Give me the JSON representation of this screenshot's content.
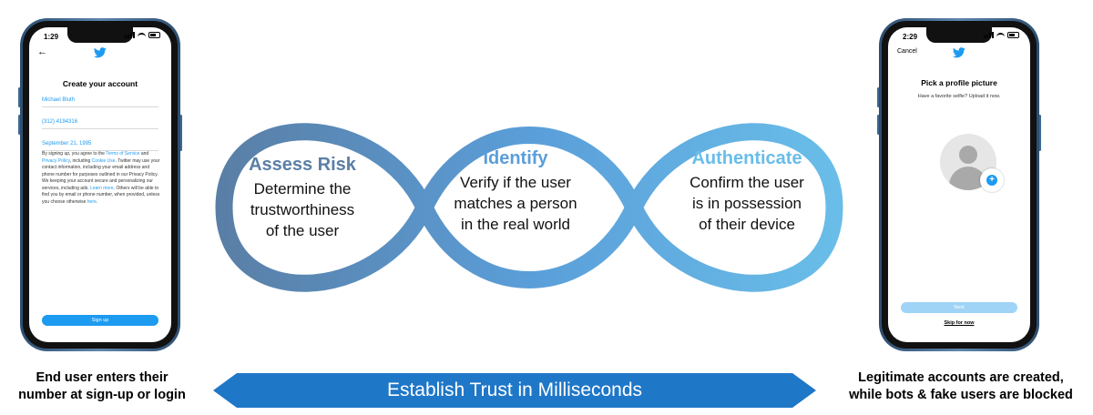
{
  "colors": {
    "twitter_blue": "#1d9bf0",
    "loop_dark": "#5a7fa6",
    "loop_mid": "#5a9ed9",
    "loop_light": "#69bde8",
    "arrow_blue": "#1f77c8"
  },
  "left_phone": {
    "status_time": "1:29",
    "back_icon": "back-arrow-icon",
    "logo_icon": "twitter-bird-icon",
    "title": "Create your account",
    "fields": [
      "Michael Bluth",
      "(312) 4194316",
      "September 21, 1995"
    ],
    "legal": {
      "t1": "By signing up, you agree to the ",
      "tos": "Terms of Service",
      "t2": " and ",
      "privacy": "Privacy Policy",
      "t3": ", including ",
      "cookie": "Cookie Use",
      "t4": ". Twitter may use your contact information, including your email address and phone number for purposes outlined in our Privacy Policy. We keeping your account secure and personalizing our services, including ads. ",
      "learn": "Learn more",
      "t5": ". Others will be able to find you by email or phone number, when provided, unless you choose otherwise ",
      "here": "here",
      "t6": "."
    },
    "signup_label": "Sign up"
  },
  "right_phone": {
    "status_time": "2:29",
    "cancel_label": "Cancel",
    "logo_icon": "twitter-bird-icon",
    "title": "Pick a profile picture",
    "subtitle": "Have a favorite selfie? Upload it now.",
    "next_label": "Next",
    "skip_label": "Skip for now"
  },
  "loop": {
    "assess": {
      "title": "Assess Risk",
      "lines": [
        "Determine the",
        "trustworthiness",
        "of the user"
      ],
      "color": "#5a7fa6"
    },
    "identify": {
      "title": "Identify",
      "lines": [
        "Verify if the user",
        "matches a person",
        "in the real world"
      ],
      "color": "#5a9ed9"
    },
    "authenticate": {
      "title": "Authenticate",
      "lines": [
        "Confirm the user",
        "is in possession",
        "of their device"
      ],
      "color": "#69bde8"
    }
  },
  "captions": {
    "left": [
      "End user enters their",
      "number at sign-up or login"
    ],
    "right": [
      "Legitimate accounts are created,",
      "while bots & fake users are blocked"
    ]
  },
  "arrow_label": "Establish Trust in Milliseconds"
}
